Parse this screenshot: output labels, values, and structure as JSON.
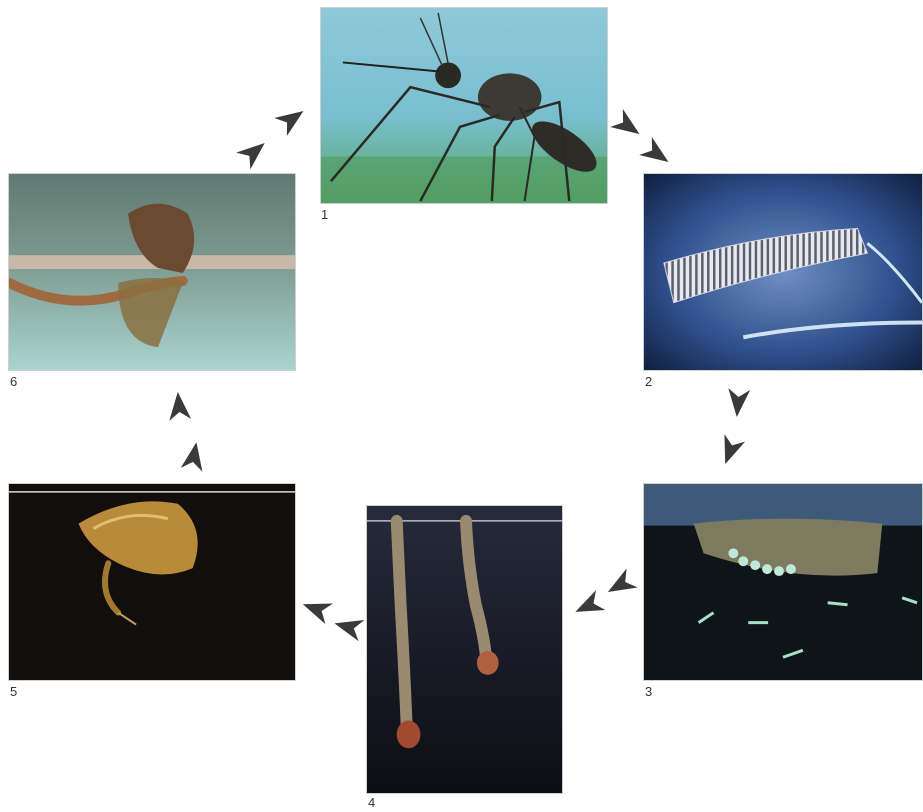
{
  "stages": [
    {
      "number": "1"
    },
    {
      "number": "2"
    },
    {
      "number": "3"
    },
    {
      "number": "4"
    },
    {
      "number": "5"
    },
    {
      "number": "6"
    }
  ],
  "colors": {
    "arrow": "#3a3a3a",
    "label": "#333333",
    "background": "#ffffff"
  },
  "icons": [
    "arrowhead-icon"
  ]
}
